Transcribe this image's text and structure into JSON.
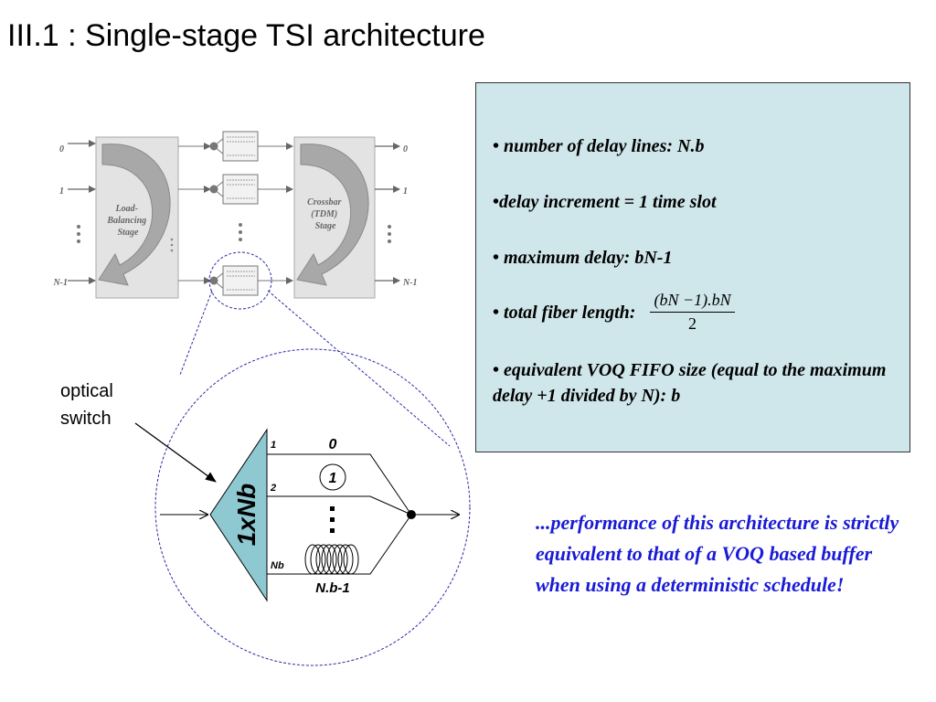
{
  "title": "III.1 : Single-stage TSI architecture",
  "diagram": {
    "input_labels": [
      "0",
      "1",
      "N-1"
    ],
    "output_labels": [
      "0",
      "1",
      "N-1"
    ],
    "load_balancing_label": [
      "Load-",
      "Balancing",
      "Stage"
    ],
    "crossbar_label": [
      "Crossbar",
      "(TDM)",
      "Stage"
    ],
    "optical_switch_label": [
      "optical",
      "switch"
    ],
    "switch_label": "1xNb",
    "port_labels": [
      "1",
      "2",
      "Nb"
    ],
    "delay_labels": [
      "0",
      "1",
      "N.b-1"
    ],
    "colors": {
      "stage_fill": "#e3e3e3",
      "arrow_fill": "#a8a8a8",
      "switch_fill": "#8ec9d2",
      "dashed": "#2a2aa8"
    }
  },
  "info": {
    "bullet1": "number of delay lines: N.b",
    "bullet2": "delay increment = 1 time slot",
    "bullet3": "maximum delay: bN-1",
    "bullet4": "total fiber length:",
    "formula_num": "(bN −1).bN",
    "formula_den": "2",
    "bullet5": "equivalent VOQ FIFO size (equal to the maximum delay +1 divided by N): b",
    "bullet_symbol": "•"
  },
  "note": "...performance of this architecture is strictly equivalent to that of a VOQ based buffer when using a deterministic schedule!"
}
